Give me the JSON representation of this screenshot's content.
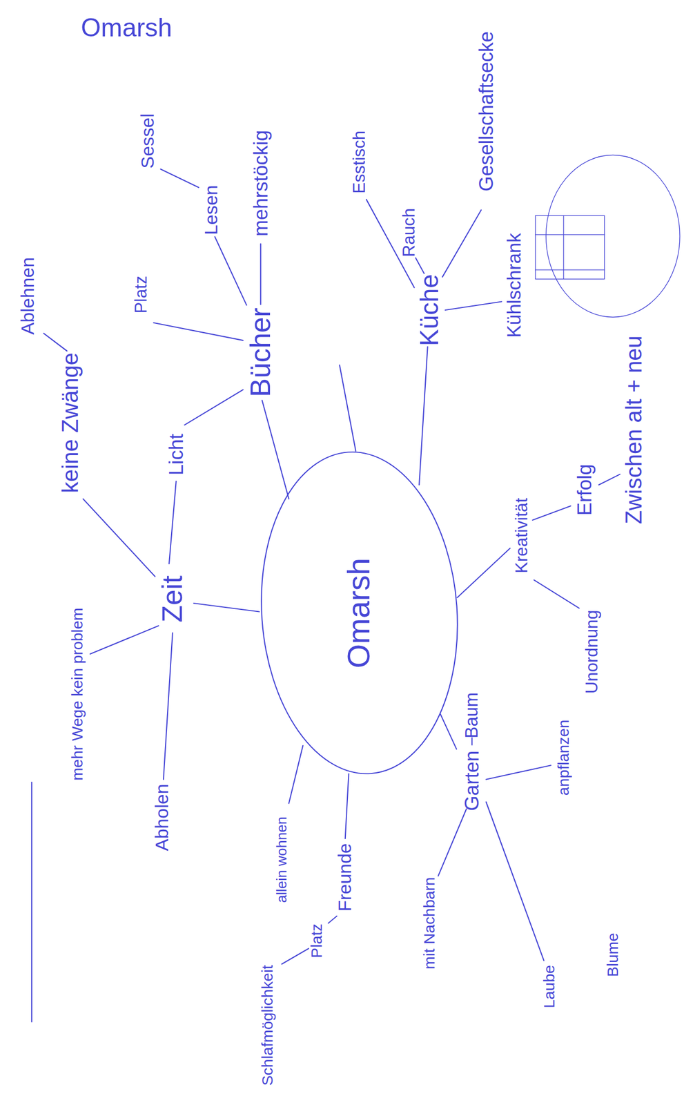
{
  "diagram": {
    "title": "Omarsh",
    "nodes": [
      {
        "text": [
          "Omarsh"
        ]
      }
    ],
    "labels": [
      "keine Zwänge",
      "Ablehnen",
      "mehr Wege kein problem",
      "Abholen",
      "Zeit",
      "Licht",
      "Platz",
      "Bücher",
      "Lesen",
      "Sessel",
      "mehrstöckig",
      "Esstisch",
      "Rauch",
      "Gesellschaftsecke",
      "Küche",
      "Kühlschrank",
      "Kreativität",
      "Erfolg",
      "Unordnung",
      "Zwischen alt + neu",
      "Garten",
      "Baum",
      "anpflanzen",
      "Laube",
      "Blume",
      "mit Nachbarn",
      "Freunde",
      "Platz",
      "Schlafmöglichkeit",
      "allein wohnen"
    ]
  }
}
